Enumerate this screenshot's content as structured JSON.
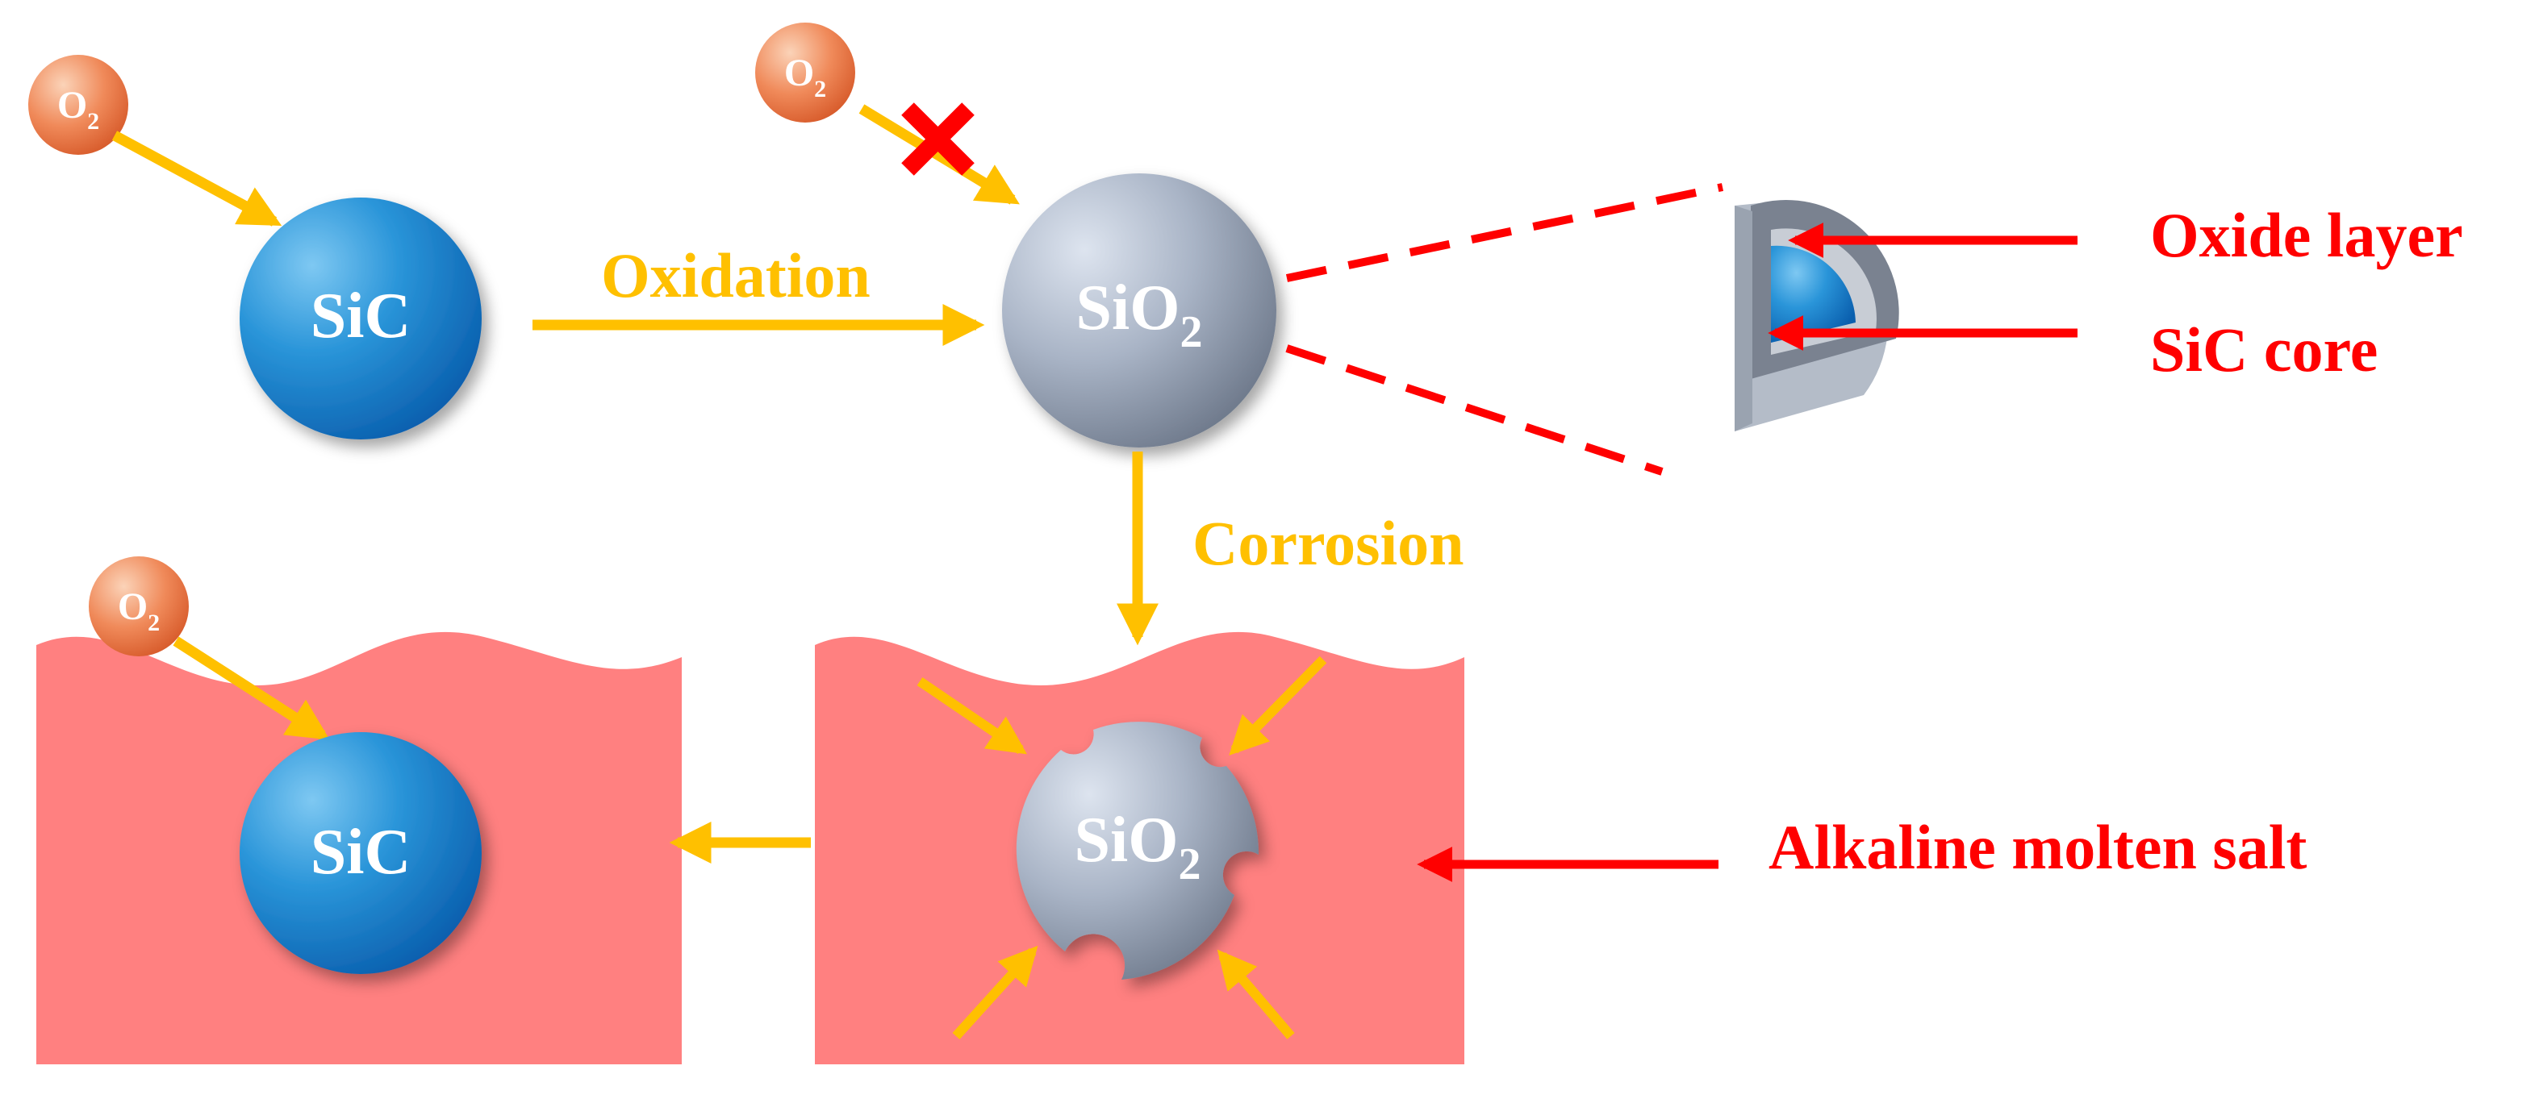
{
  "particles": {
    "sic_top": {
      "label": "SiC"
    },
    "sio2_top": {
      "base": "SiO",
      "sub": "2"
    },
    "sio2_bottom": {
      "base": "SiO",
      "sub": "2"
    },
    "sic_bottom": {
      "label": "SiC"
    }
  },
  "oxygen": {
    "base": "O",
    "sub": "2"
  },
  "steps": {
    "oxidation": "Oxidation",
    "corrosion": "Corrosion"
  },
  "callouts": {
    "oxide_layer": "Oxide layer",
    "sic_core": "SiC core",
    "alkaline_molten_salt": "Alkaline molten salt"
  },
  "colors": {
    "arrow": "#ffc000",
    "callout": "#ff0000",
    "salt": "#ff8080",
    "sic_blue": "#1e82cc",
    "sio2_gray": "#a9b4c6",
    "oxygen_orange": "#f08050"
  }
}
